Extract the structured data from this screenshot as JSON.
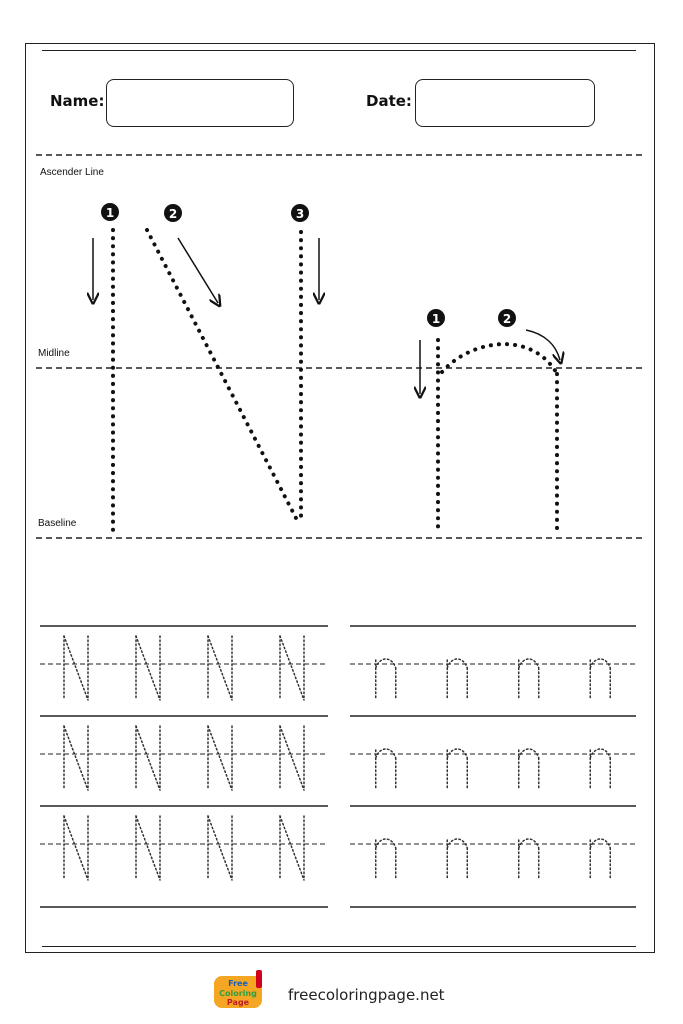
{
  "header": {
    "name_label": "Name:",
    "date_label": "Date:"
  },
  "guides": {
    "ascender_label": "Ascender Line",
    "midline_label": "Midline",
    "baseline_label": "Baseline"
  },
  "demo": {
    "uppercase_steps": [
      "1",
      "2",
      "3"
    ],
    "lowercase_steps": [
      "1",
      "2"
    ]
  },
  "practice": {
    "uppercase_letter": "N",
    "lowercase_letter": "n",
    "rows": 3,
    "letters_per_row": 4
  },
  "footer": {
    "logo_text_1": "Free",
    "logo_text_2": "Coloring",
    "logo_text_3": "Page",
    "site": "freecoloringpage.net"
  }
}
